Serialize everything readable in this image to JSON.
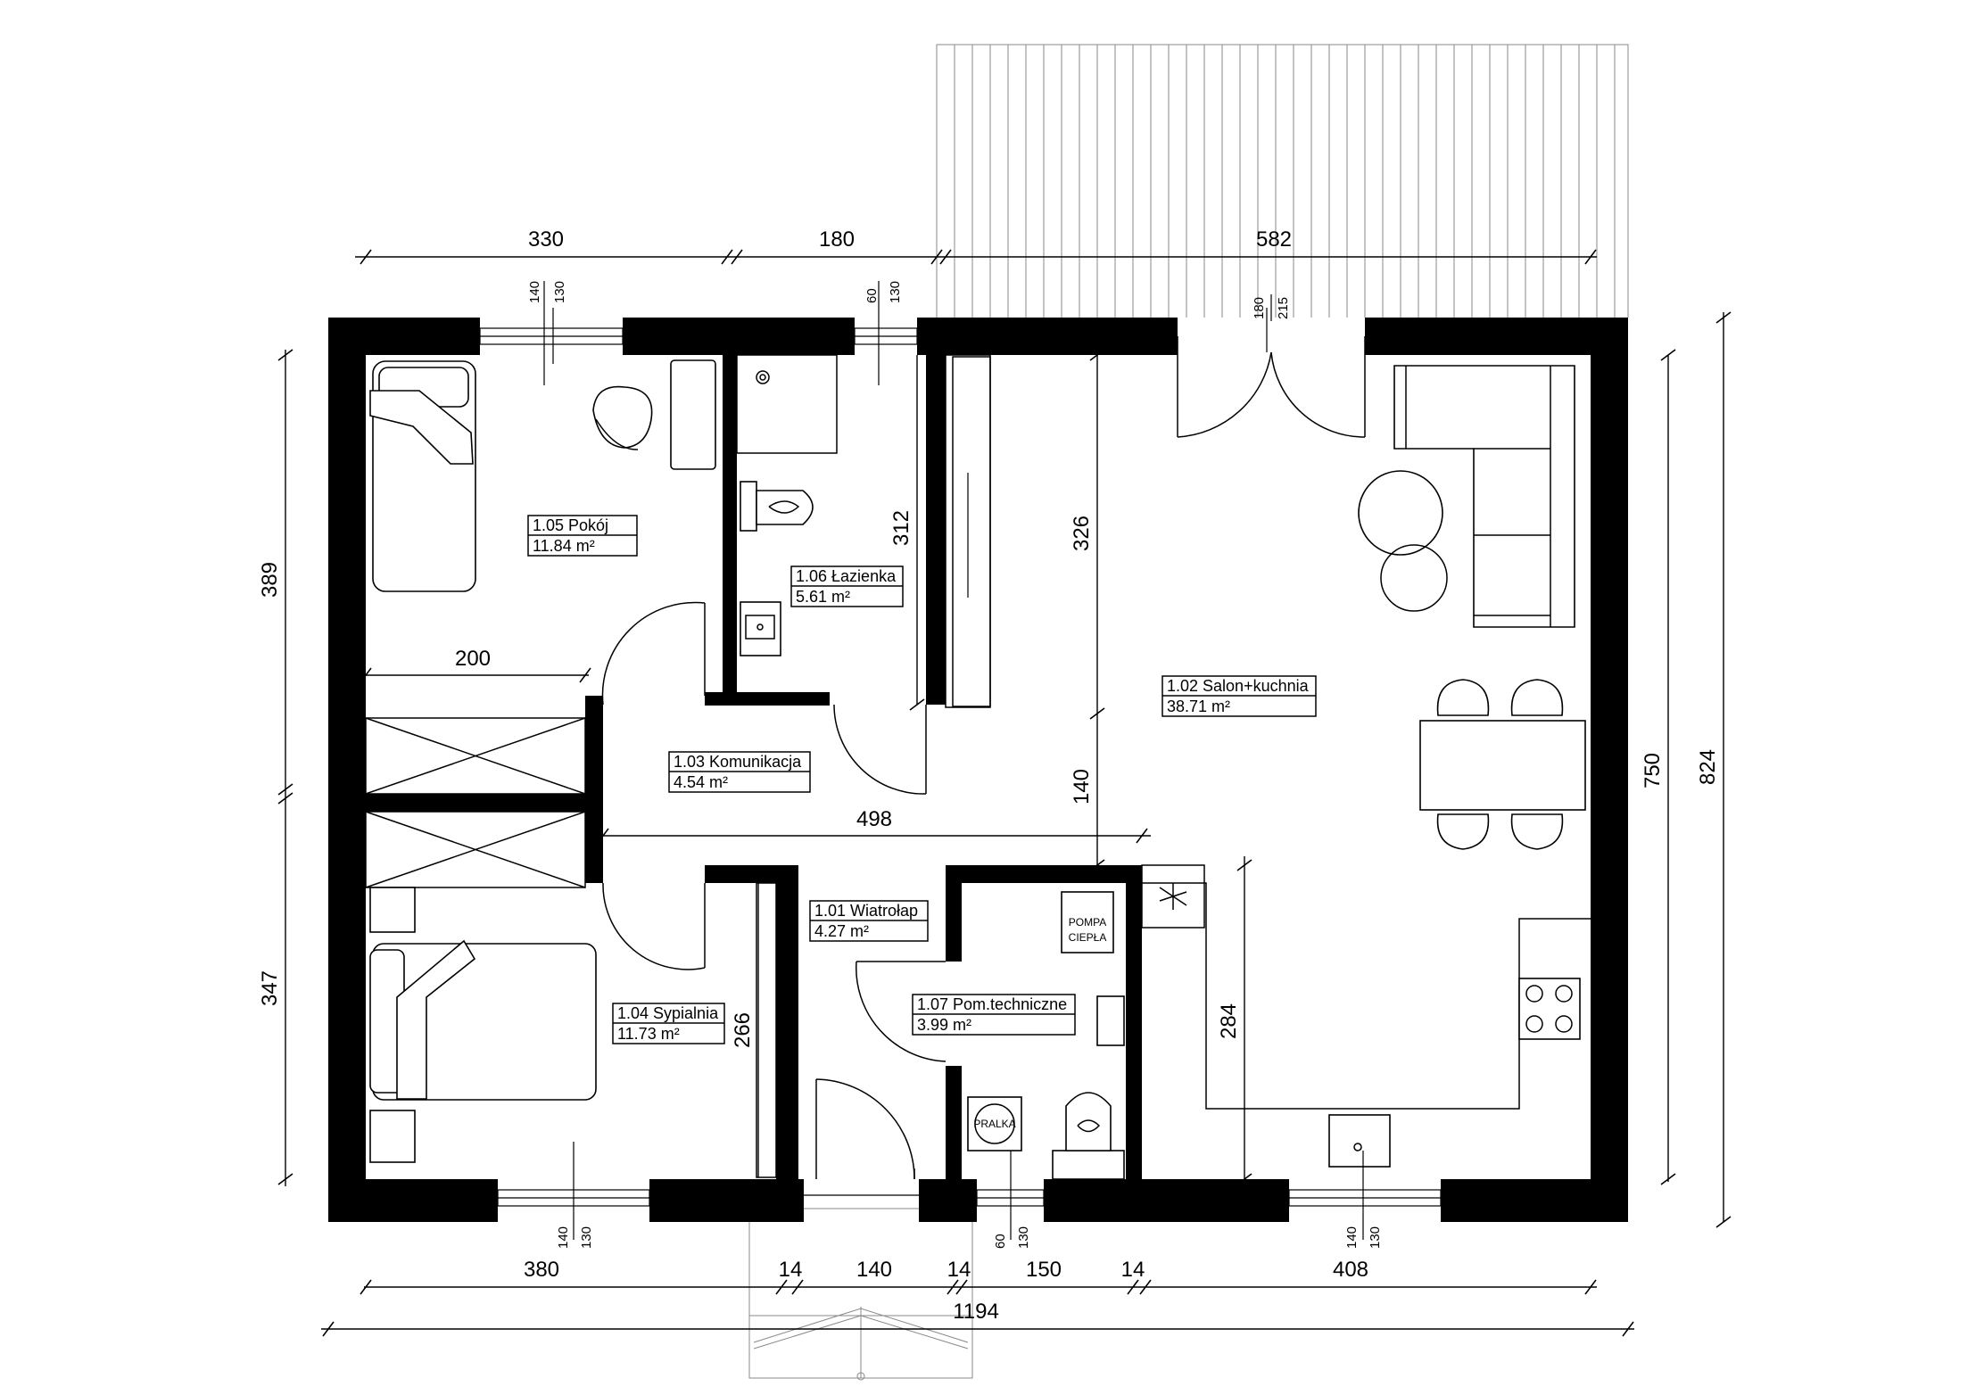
{
  "rooms": {
    "r105": {
      "name": "1.05 Pokój",
      "area": "11.84 m²"
    },
    "r106": {
      "name": "1.06 Łazienka",
      "area": "5.61 m²"
    },
    "r102": {
      "name": "1.02 Salon+kuchnia",
      "area": "38.71 m²"
    },
    "r103": {
      "name": "1.03 Komunikacja",
      "area": "4.54 m²"
    },
    "r101": {
      "name": "1.01 Wiatrołap",
      "area": "4.27 m²"
    },
    "r107": {
      "name": "1.07 Pom.techniczne",
      "area": "3.99 m²"
    },
    "r104": {
      "name": "1.04 Sypialnia",
      "area": "11.73 m²"
    }
  },
  "dims": {
    "top_1": "330",
    "top_2": "180",
    "top_3": "582",
    "bottom_1": "380",
    "bottom_2": "14",
    "bottom_3": "140",
    "bottom_4": "14",
    "bottom_5": "150",
    "bottom_6": "14",
    "bottom_7": "408",
    "bottom_total": "1194",
    "left_1": "389",
    "left_2": "347",
    "right_1": "750",
    "right_2": "824",
    "inner_200": "200",
    "inner_498": "498",
    "inner_312": "312",
    "inner_326": "326",
    "inner_140": "140",
    "inner_284": "284",
    "inner_266": "266"
  },
  "window_dims": {
    "w1_a": "140",
    "w1_b": "130",
    "w2_a": "60",
    "w2_b": "130",
    "w3_a": "180",
    "w3_b": "215",
    "w4_a": "140",
    "w4_b": "130",
    "w5_a": "60",
    "w5_b": "130",
    "w6_a": "140",
    "w6_b": "130"
  },
  "equipment": {
    "heat_pump_line1": "POMPA",
    "heat_pump_line2": "CIEPŁA",
    "washer": "PRALKA"
  }
}
